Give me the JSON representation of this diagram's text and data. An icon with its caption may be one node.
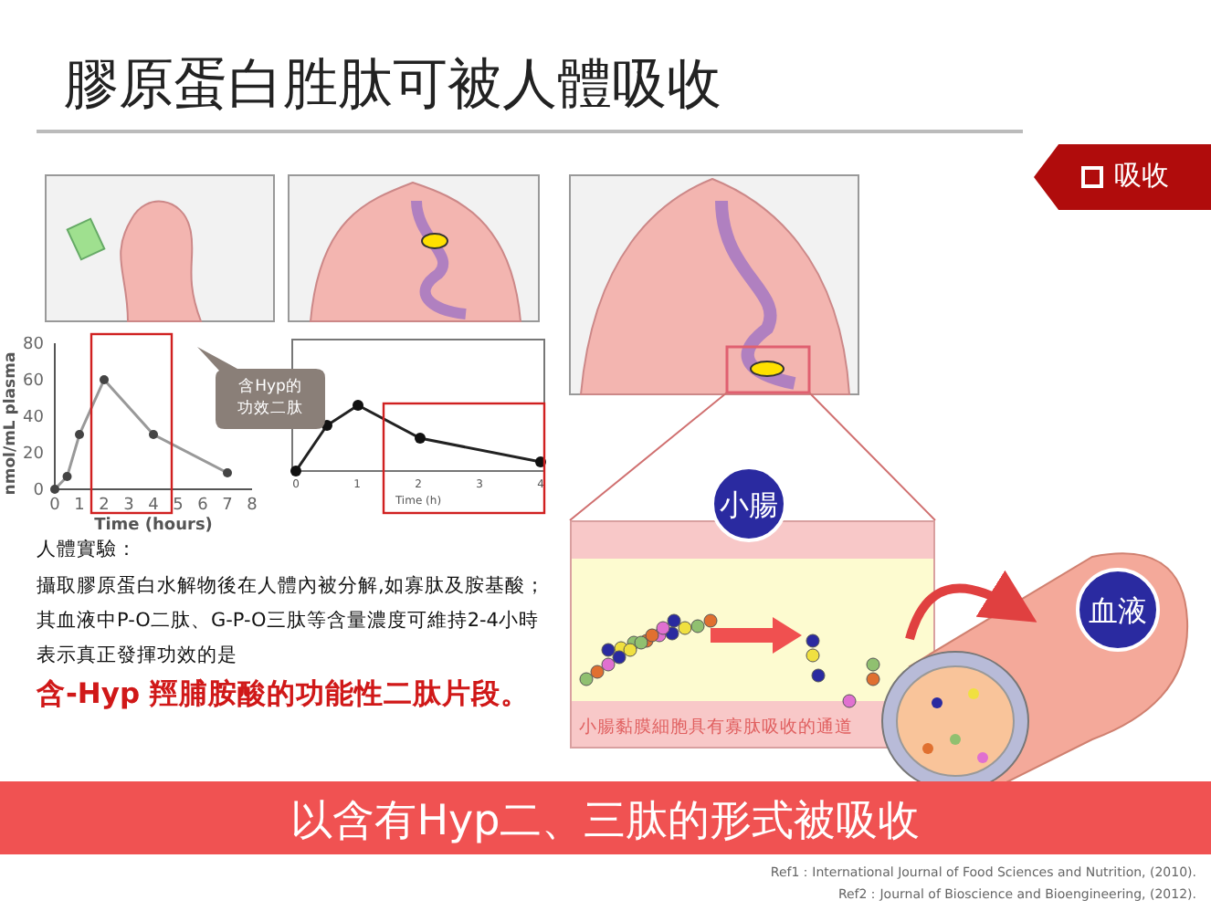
{
  "diagram": {
    "title": "膠原蛋白胜肽可被人體吸收",
    "nodes": [
      {
        "text": [
          "吸收"
        ]
      },
      {
        "text": [
          "含Hyp的功效二肽"
        ]
      },
      {
        "text": [
          "小腸"
        ]
      },
      {
        "text": [
          "血液"
        ]
      },
      {
        "text": [
          "小腸黏膜細胞具有寡肽吸收的通道"
        ]
      },
      {
        "text": [
          "以含有Hyp二、三肽的形式被吸收"
        ]
      },
      {
        "text": [],
        "shape": "box"
      }
    ],
    "edges": [
      {
        "from": 6,
        "to": 4,
        "arrow": "none"
      }
    ],
    "labels": [
      "0",
      "1",
      "2",
      "3",
      "4",
      "Time (h)",
      "人體實驗：",
      "攝取膠原蛋白水解物後在人體內被分解,如寡肽及胺基酸；其血液中P-O二肽、G-P-O三肽等含量濃度可維持2-4小時表示真正發揮功效的是",
      "含-Hyp 羥脯胺酸的功能性二肽片段。",
      "Ref1：International Journal of Food Sciences and Nutrition, (2010).",
      "Ref2：Journal of Bioscience and Bioengineering, (2012)."
    ],
    "chart_data": {
      "type": "line",
      "xlabel": "Time (hours)",
      "ylabel": "nmol/mL plasma",
      "x": [
        0,
        0.5,
        1,
        2,
        4,
        7
      ],
      "values": [
        0,
        7,
        30,
        60,
        30,
        9
      ],
      "xlim": [
        0,
        8
      ],
      "ylim": [
        0,
        80
      ],
      "xticks": [
        0,
        1,
        2,
        3,
        4,
        5,
        6,
        7,
        8
      ],
      "yticks": [
        0,
        20,
        40,
        60,
        80
      ],
      "marker": "circle"
    }
  }
}
